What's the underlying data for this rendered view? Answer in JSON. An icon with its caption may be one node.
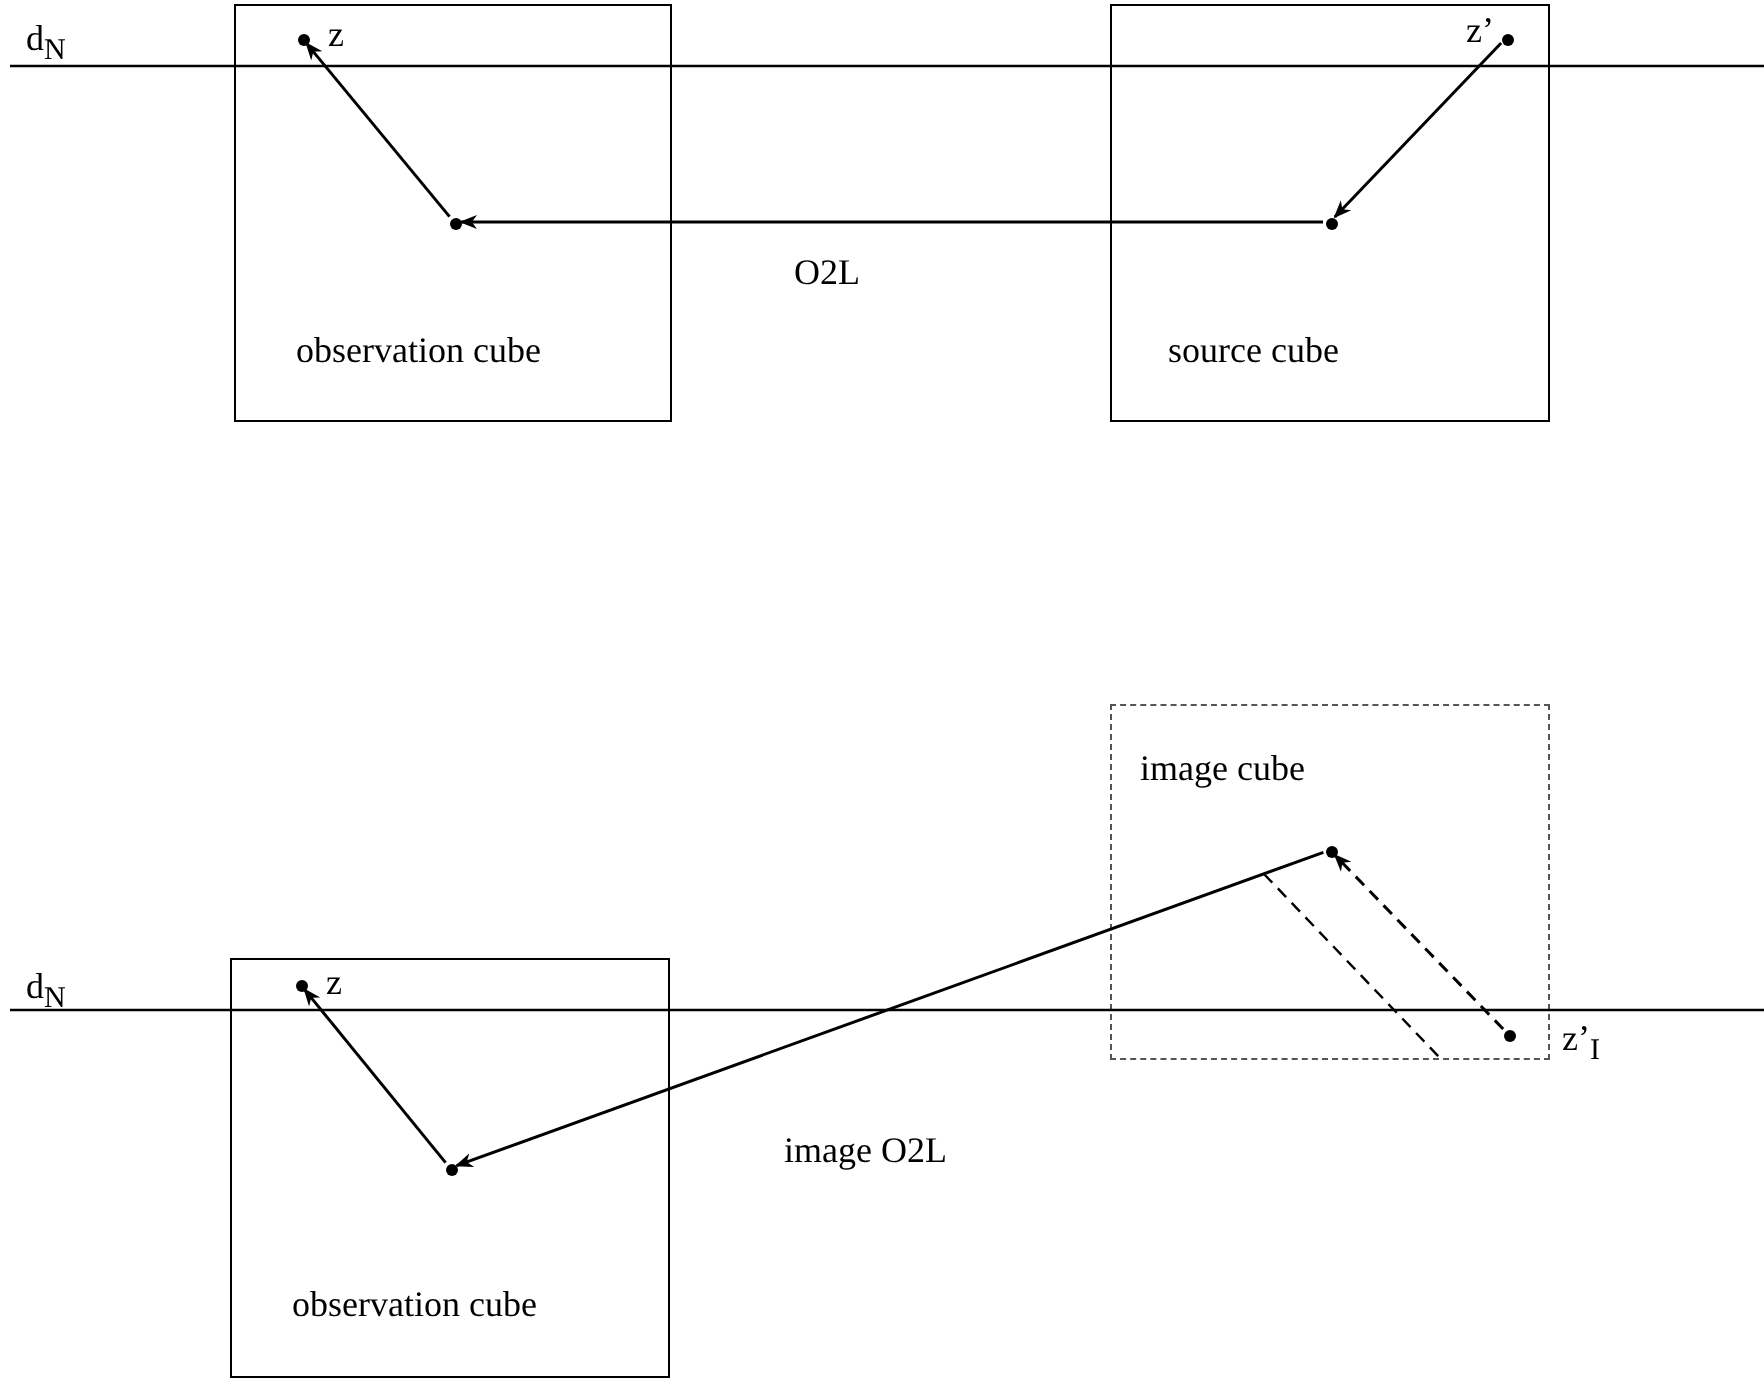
{
  "diagram": {
    "nodes": [
      {
        "text": [
          "observation cube"
        ]
      },
      {
        "text": [],
        "shape": "circle",
        "in": 0,
        "beside": [
          "z"
        ]
      },
      {
        "text": [],
        "shape": "circle",
        "in": 0
      },
      {
        "text": [
          "source cube"
        ]
      },
      {
        "text": [],
        "shape": "circle",
        "in": 3,
        "beside": [
          "z’"
        ]
      },
      {
        "text": [],
        "shape": "circle",
        "in": 3
      },
      {
        "text": [
          "image cube"
        ]
      },
      {
        "text": [],
        "shape": "circle",
        "in": 6
      },
      {
        "text": [],
        "shape": "circle",
        "in": 6,
        "beside": [
          "z’$_{I}$"
        ]
      },
      {
        "text": [
          "observation cube"
        ]
      },
      {
        "text": [],
        "shape": "circle",
        "in": 9,
        "beside": [
          "z"
        ]
      },
      {
        "text": [],
        "shape": "circle",
        "in": 9
      }
    ],
    "edges": [
      {
        "from": 4,
        "to": 5,
        "arrow": "to"
      },
      {
        "from": 5,
        "to": 2,
        "arrow": "to",
        "label": "O2L"
      },
      {
        "from": 2,
        "to": 1,
        "arrow": "to"
      },
      {
        "from": 8,
        "to": 7,
        "arrow": "to",
        "style": "dashed"
      },
      {
        "from": 7,
        "to": 11,
        "arrow": "to",
        "label": "image O2L"
      },
      {
        "from": 11,
        "to": 10,
        "arrow": "to"
      },
      {
        "from": null,
        "to": 6,
        "arrow": "none",
        "style": "dashed"
      }
    ],
    "labels": [
      "d$_{N}$",
      "d$_{N}$"
    ]
  }
}
